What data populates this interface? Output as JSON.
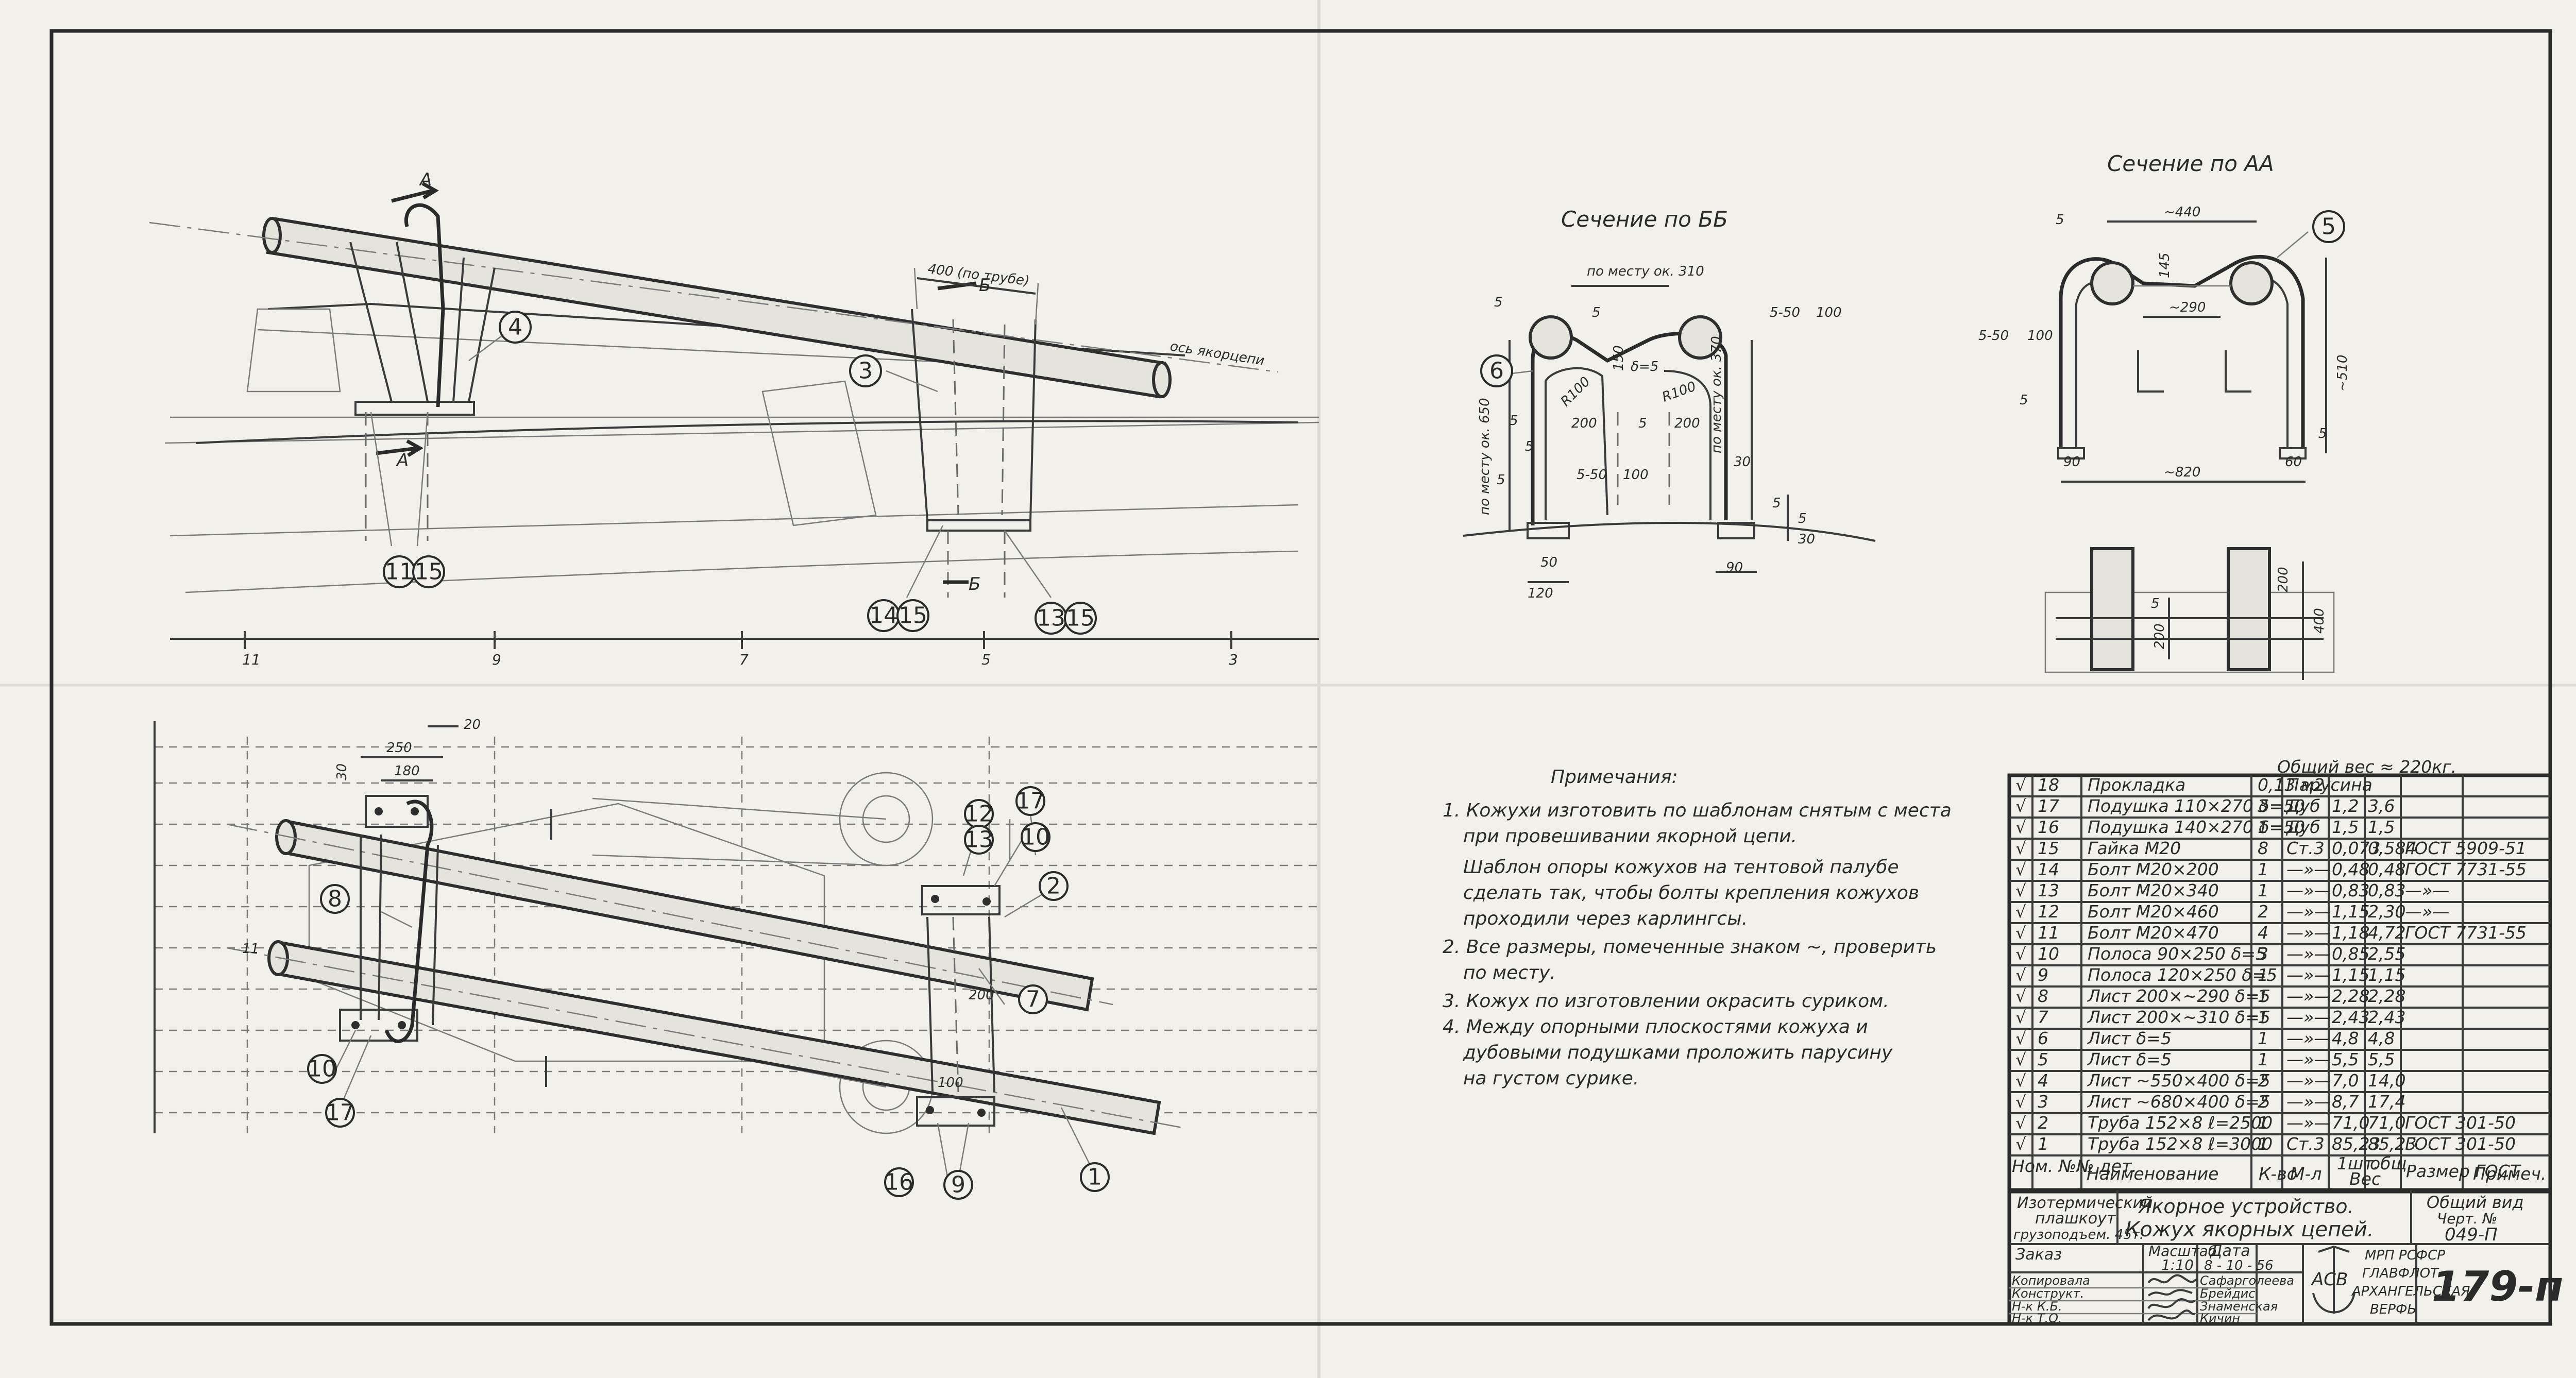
{
  "views": {
    "section_bb_title": "Сечение по ББ",
    "section_aa_title": "Сечение по АА",
    "side_labels": [
      "400 (по трубе)",
      "ось якорцепи",
      "А",
      "А",
      "Б",
      "Б"
    ],
    "frame_numbers": [
      "11",
      "9",
      "7",
      "5",
      "3"
    ],
    "plan_labels": [
      "20",
      "250",
      "180",
      "30",
      "11",
      "200",
      "100"
    ],
    "bb_dims": [
      "по месту ок. 310",
      "5",
      "5",
      "150",
      "δ=5",
      "5-50",
      "100",
      "по месту ок. 650",
      "R100",
      "R100",
      "200",
      "200",
      "5-50",
      "100",
      "5",
      "5",
      "по месту ок. 370",
      "30",
      "50",
      "120",
      "90",
      "5",
      "5",
      "5",
      "5",
      "30"
    ],
    "aa_dims": [
      "~440",
      "5",
      "145",
      "~290",
      "5-50",
      "100",
      "5",
      "~510",
      "5",
      "90",
      "60",
      "~820",
      "5",
      "200",
      "400",
      "200"
    ]
  },
  "callouts": {
    "side": [
      "4",
      "3",
      "11",
      "15",
      "14",
      "15",
      "13",
      "15"
    ],
    "plan": [
      "12",
      "13",
      "17",
      "10",
      "2",
      "8",
      "7",
      "10",
      "17",
      "16",
      "9",
      "1"
    ],
    "bb": [
      "6"
    ],
    "aa": [
      "5"
    ]
  },
  "notes": {
    "title": "Примечания:",
    "lines": [
      "1. Кожухи изготовить по шаблонам снятым с места",
      "при провешивании якорной цепи.",
      "Шаблон опоры кожухов на тентовой палубе",
      "сделать так, чтобы болты крепления кожухов",
      "проходили через карлингсы.",
      "2. Все размеры, помеченные знаком ~, проверить",
      "по месту.",
      "3. Кожух по изготовлении окрасить суриком.",
      "4. Между опорными плоскостями кожуха и",
      "дубовыми подушками проложить парусину",
      "на густом сурике."
    ]
  },
  "bom": {
    "total_weight": "Общий вес ≈ 220кг.",
    "rows": [
      {
        "pos": "18",
        "name": "Прокладка",
        "qty": "0,13 м2",
        "mat": "Парусина",
        "w1": "",
        "w2": "",
        "note": ""
      },
      {
        "pos": "17",
        "name": "Подушка 110×270 δ=50",
        "qty": "3",
        "mat": "Дуб",
        "w1": "1,2",
        "w2": "3,6",
        "note": ""
      },
      {
        "pos": "16",
        "name": "Подушка 140×270 δ=50",
        "qty": "1",
        "mat": "Дуб",
        "w1": "1,5",
        "w2": "1,5",
        "note": ""
      },
      {
        "pos": "15",
        "name": "Гайка М20",
        "qty": "8",
        "mat": "Ст.3",
        "w1": "0,073",
        "w2": "0,584",
        "note": "ГОСТ 5909-51"
      },
      {
        "pos": "14",
        "name": "Болт М20×200",
        "qty": "1",
        "mat": "—»—",
        "w1": "0,48",
        "w2": "0,48",
        "note": "ГОСТ 7731-55"
      },
      {
        "pos": "13",
        "name": "Болт М20×340",
        "qty": "1",
        "mat": "—»—",
        "w1": "0,83",
        "w2": "0,83",
        "note": "—»—"
      },
      {
        "pos": "12",
        "name": "Болт М20×460",
        "qty": "2",
        "mat": "—»—",
        "w1": "1,15",
        "w2": "2,30",
        "note": "—»—"
      },
      {
        "pos": "11",
        "name": "Болт М20×470",
        "qty": "4",
        "mat": "—»—",
        "w1": "1,18",
        "w2": "4,72",
        "note": "ГОСТ 7731-55"
      },
      {
        "pos": "10",
        "name": "Полоса 90×250 δ=5",
        "qty": "3",
        "mat": "—»—",
        "w1": "0,85",
        "w2": "2,55",
        "note": ""
      },
      {
        "pos": "9",
        "name": "Полоса 120×250 δ=5",
        "qty": "1",
        "mat": "—»—",
        "w1": "1,15",
        "w2": "1,15",
        "note": ""
      },
      {
        "pos": "8",
        "name": "Лист 200×~290 δ=5",
        "qty": "1",
        "mat": "—»—",
        "w1": "2,28",
        "w2": "2,28",
        "note": ""
      },
      {
        "pos": "7",
        "name": "Лист 200×~310 δ=5",
        "qty": "1",
        "mat": "—»—",
        "w1": "2,43",
        "w2": "2,43",
        "note": ""
      },
      {
        "pos": "6",
        "name": "Лист δ=5",
        "qty": "1",
        "mat": "—»—",
        "w1": "4,8",
        "w2": "4,8",
        "note": ""
      },
      {
        "pos": "5",
        "name": "Лист δ=5",
        "qty": "1",
        "mat": "—»—",
        "w1": "5,5",
        "w2": "5,5",
        "note": ""
      },
      {
        "pos": "4",
        "name": "Лист ~550×400 δ=5",
        "qty": "2",
        "mat": "—»—",
        "w1": "7,0",
        "w2": "14,0",
        "note": ""
      },
      {
        "pos": "3",
        "name": "Лист ~680×400 δ=5",
        "qty": "2",
        "mat": "—»—",
        "w1": "8,7",
        "w2": "17,4",
        "note": ""
      },
      {
        "pos": "2",
        "name": "Труба 152×8 ℓ=2500",
        "qty": "1",
        "mat": "—»—",
        "w1": "71,0",
        "w2": "71,0",
        "note": "ГОСТ 301-50"
      },
      {
        "pos": "1",
        "name": "Труба 152×8 ℓ=3000",
        "qty": "1",
        "mat": "Ст.3",
        "w1": "85,23",
        "w2": "85,23",
        "note": "ГОСТ 301-50"
      }
    ],
    "header": {
      "pos": "Ном. №№ дет.",
      "name": "Наименование",
      "qty": "К-во",
      "mat": "М-л",
      "weight": "Вес",
      "w1": "1шт.",
      "w2": "общ.",
      "size": "Размер ГОСТ",
      "note": "Примеч."
    }
  },
  "titleblock": {
    "ship": [
      "Изотермический",
      "плашкоут",
      "грузоподъем. 45т."
    ],
    "assembly": "Якорное устройство.",
    "part": "Кожух якорных цепей.",
    "view": "Общий вид",
    "drawing_label": "Черт. №",
    "drawing_no": "049-П",
    "order_label": "Заказ",
    "scale_label": "Масштаб",
    "scale": "1:10",
    "date_label": "Дата",
    "date": "8 - 10 - 56",
    "roles": [
      "Копировала",
      "Конструкт.",
      "Н-к К.Б.",
      "Н-к Т.О."
    ],
    "names": [
      "Сафарголеева",
      "Брейдис",
      "Знаменская",
      "Кичин"
    ],
    "org": [
      "МРП РСФСР",
      "ГЛАВФЛОТ",
      "АРХАНГЕЛЬСКАЯ",
      "ВЕРФЬ"
    ],
    "logo": "АСВ",
    "sheet_no": "179-п"
  }
}
